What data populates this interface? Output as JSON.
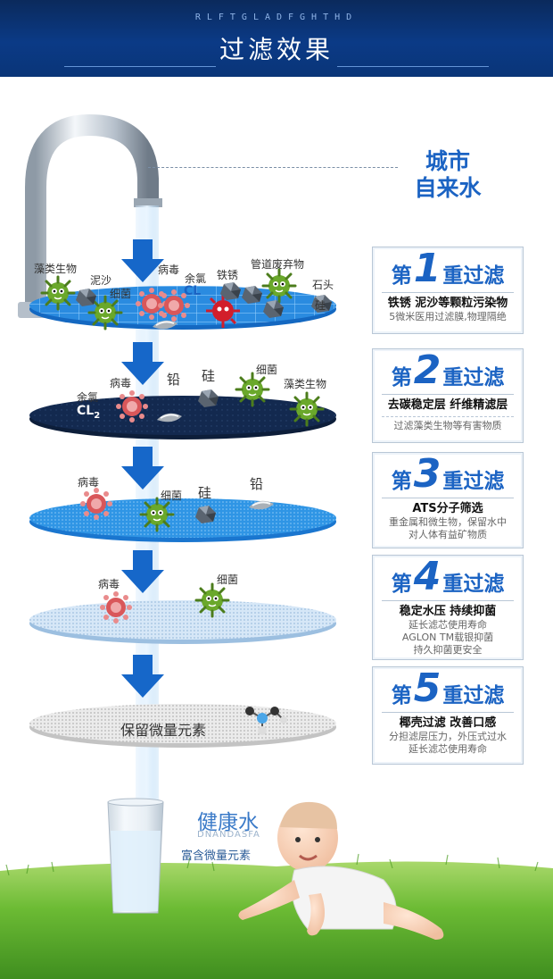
{
  "header": {
    "subtitle": "RLFTGLADFGHTHD",
    "title": "过滤效果"
  },
  "source": {
    "line1": "城市",
    "line2": "自来水"
  },
  "stage1": {
    "labels": {
      "algae": "藻类生物",
      "sand": "泥沙",
      "bacteria": "细菌",
      "virus": "病毒",
      "chlorine": "余氯",
      "rust": "铁锈",
      "pipe_waste": "管道废弃物",
      "stone": "石头",
      "silicon": "硅"
    },
    "chem": "CL"
  },
  "stage2": {
    "labels": {
      "chlorine": "余氯",
      "virus": "病毒",
      "lead": "铅",
      "silicon": "硅",
      "bacteria": "细菌",
      "algae": "藻类生物"
    },
    "chem": "CL",
    "chem_sub": "2"
  },
  "stage3": {
    "labels": {
      "virus": "病毒",
      "bacteria": "细菌",
      "silicon": "硅",
      "lead": "铅"
    }
  },
  "stage4": {
    "labels": {
      "virus": "病毒",
      "bacteria": "细菌"
    }
  },
  "stage5": {
    "label": "保留微量元素"
  },
  "filters": [
    {
      "prefix": "第",
      "num": "1",
      "suffix": "重过滤",
      "head": "铁锈 泥沙等颗粒污染物",
      "desc": [
        "5微米医用过滤膜,物理隔绝"
      ]
    },
    {
      "prefix": "第",
      "num": "2",
      "suffix": "重过滤",
      "head": "去碳稳定层 纤维精滤层",
      "desc": [
        "过滤藻类生物等有害物质"
      ]
    },
    {
      "prefix": "第",
      "num": "3",
      "suffix": "重过滤",
      "head": "ATS分子筛选",
      "desc": [
        "重金属和微生物，保留水中",
        "对人体有益矿物质"
      ]
    },
    {
      "prefix": "第",
      "num": "4",
      "suffix": "重过滤",
      "head": "稳定水压 持续抑菌",
      "desc": [
        "延长滤芯使用寿命",
        "AGLON TM载银抑菌",
        "持久抑菌更安全"
      ]
    },
    {
      "prefix": "第",
      "num": "5",
      "suffix": "重过滤",
      "head": "椰壳过滤 改善口感",
      "desc": [
        "分担滤层压力，外压式过水",
        "延长滤芯使用寿命"
      ]
    }
  ],
  "result": {
    "title": "健康水",
    "en": "DNANDASFA",
    "sub": "富含微量元素"
  },
  "colors": {
    "accent": "#1b63c3",
    "header": "#0b3a86",
    "arrow": "#1667c9",
    "grass": "#5fb22e"
  },
  "icons": [
    "faucet-icon",
    "arrow-down-icon",
    "bacteria-icon",
    "virus-icon",
    "rock-icon",
    "lead-pellet-icon",
    "molecule-icon",
    "water-glass-icon",
    "baby-figure"
  ]
}
